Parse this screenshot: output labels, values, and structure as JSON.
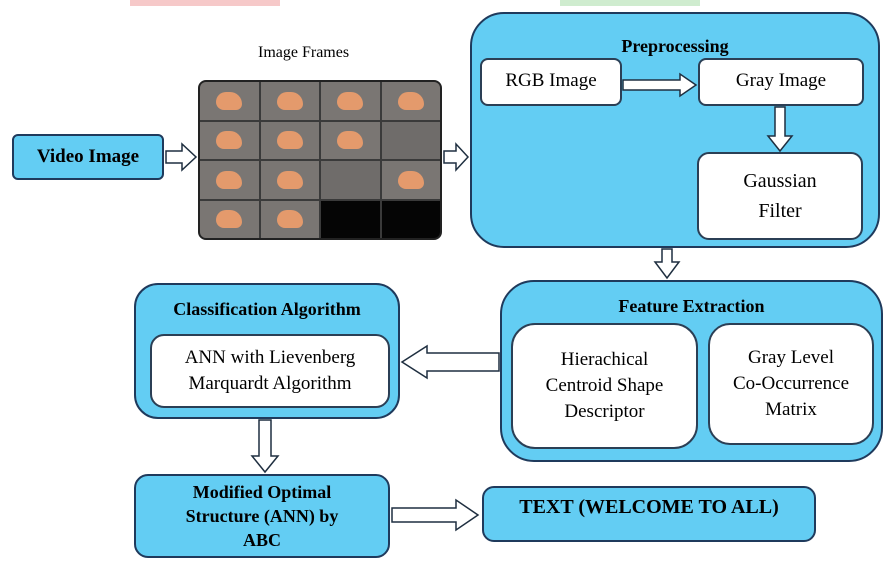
{
  "colors": {
    "accent": "#63cdf3",
    "border": "#1f3a5c"
  },
  "labels": {
    "image_frames": "Image Frames",
    "video_image": "Video Image",
    "preprocessing": "Preprocessing",
    "rgb_image": "RGB Image",
    "gray_image": "Gray Image",
    "gaussian_line1": "Gaussian",
    "gaussian_line2": "Filter",
    "feature_extraction": "Feature Extraction",
    "hcsd_line1": "Hierachical",
    "hcsd_line2": "Centroid Shape",
    "hcsd_line3": "Descriptor",
    "glcm_line1": "Gray Level",
    "glcm_line2": "Co-Occurrence",
    "glcm_line3": "Matrix",
    "classification": "Classification Algorithm",
    "ann_line1": "ANN with Lievenberg",
    "ann_line2": "Marquardt Algorithm",
    "modified_line1": "Modified Optimal",
    "modified_line2": "Structure (ANN) by",
    "modified_line3": "ABC",
    "text_output": "TEXT (WELCOME TO ALL)"
  }
}
